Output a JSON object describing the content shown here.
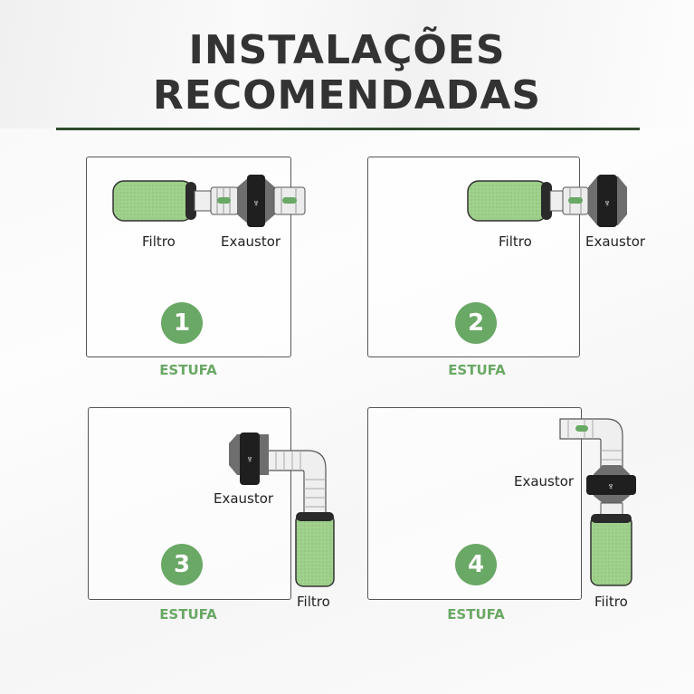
{
  "header": {
    "title_line1": "INSTALAÇÕES",
    "title_line2": "RECOMENDADAS"
  },
  "colors": {
    "accent_green": "#6aa865",
    "filter_green": "#9fd08c",
    "title_text": "#333333",
    "rule": "#2f4a2c",
    "exhaust_dark": "#1f1f1f",
    "exhaust_gray": "#6e6e6e"
  },
  "panels": [
    {
      "number": "1",
      "room_label": "ESTUFA",
      "filter_label": "Filtro",
      "exhaust_label": "Exaustor",
      "icon": "fan-leaf-icon"
    },
    {
      "number": "2",
      "room_label": "ESTUFA",
      "filter_label": "Filtro",
      "exhaust_label": "Exaustor",
      "icon": "fan-leaf-icon"
    },
    {
      "number": "3",
      "room_label": "ESTUFA",
      "filter_label": "Filtro",
      "exhaust_label": "Exaustor",
      "icon": "fan-leaf-icon"
    },
    {
      "number": "4",
      "room_label": "ESTUFA",
      "filter_label": "Fiitro",
      "exhaust_label": "Exaustor",
      "icon": "fan-leaf-icon"
    }
  ]
}
